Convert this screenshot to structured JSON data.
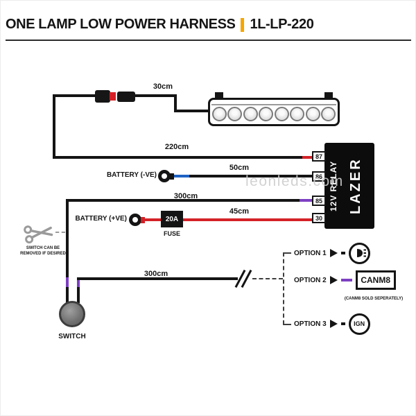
{
  "header": {
    "title": "ONE LAMP LOW POWER HARNESS",
    "part_number": "1L-LP-220",
    "accent_color": "#F7A600"
  },
  "watermark": "leonleds.com",
  "lamp": {
    "led_count": 8
  },
  "wires": {
    "lamp_connector": "30cm",
    "relay_87": "220cm",
    "relay_86": "50cm",
    "relay_85": "300cm",
    "relay_30": "45cm",
    "switch_run": "300cm"
  },
  "battery": {
    "negative": "BATTERY (-VE)",
    "positive": "BATTERY (+VE)"
  },
  "fuse": {
    "rating": "20A",
    "label": "FUSE"
  },
  "relay": {
    "type_label": "12V RELAY",
    "brand": "LAZER",
    "terminals": [
      "87",
      "86",
      "85",
      "30"
    ]
  },
  "switch": {
    "label": "SWITCH",
    "note_line1": "SWITCH CAN BE",
    "note_line2": "REMOVED IF DESIRED"
  },
  "options": [
    {
      "label": "OPTION 1",
      "device": "lamp-icon"
    },
    {
      "label": "OPTION 2",
      "device": "CANM8",
      "note": "(CANM8 SOLD SEPERATELY)"
    },
    {
      "label": "OPTION 3",
      "device": "IGN"
    }
  ],
  "colors": {
    "wire_black": "#141414",
    "wire_red": "#D42127",
    "wire_blue": "#1E62C4",
    "wire_purple": "#7D3FC1",
    "accent": "#F7A600",
    "relay_body": "#0C0C0C",
    "watermark_gray": "#CFCFCF"
  }
}
